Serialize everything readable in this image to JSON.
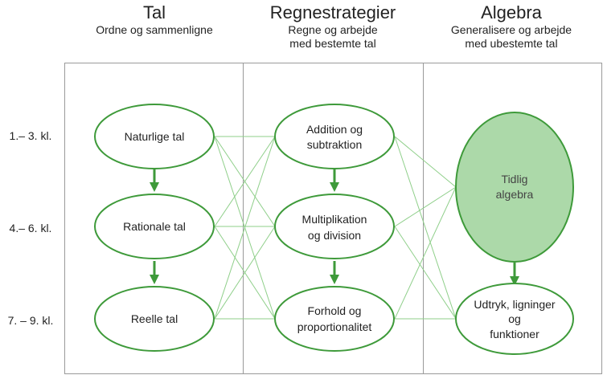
{
  "columns": [
    {
      "title": "Tal",
      "subtitle_lines": [
        "Ordne og sammenligne"
      ]
    },
    {
      "title": "Regnestrategier",
      "subtitle_lines": [
        "Regne og arbejde",
        "med bestemte tal"
      ]
    },
    {
      "title": "Algebra",
      "subtitle_lines": [
        "Generalisere og arbejde",
        "med ubestemte tal"
      ]
    }
  ],
  "rows": [
    "1.– 3. kl.",
    "4.– 6. kl.",
    "7. – 9. kl."
  ],
  "nodes": {
    "tal": [
      {
        "lines": [
          "Naturlige tal"
        ]
      },
      {
        "lines": [
          "Rationale tal"
        ]
      },
      {
        "lines": [
          "Reelle tal"
        ]
      }
    ],
    "regnestrategier": [
      {
        "lines": [
          "Addition og",
          "subtraktion"
        ]
      },
      {
        "lines": [
          "Multiplikation",
          "og division"
        ]
      },
      {
        "lines": [
          "Forhold og",
          "proportionalitet"
        ]
      }
    ],
    "algebra": [
      {
        "lines": [
          "Tidlig",
          "algebra"
        ]
      },
      {
        "lines": [
          "Udtryk, ligninger",
          "og",
          "funktioner"
        ]
      }
    ]
  },
  "colors": {
    "node_stroke": "#3e9a3a",
    "arrow": "#3e9a3a",
    "connector": "#8fcf8a",
    "tidlig_fill": "#acd9a9",
    "border": "#9a9a9a"
  }
}
